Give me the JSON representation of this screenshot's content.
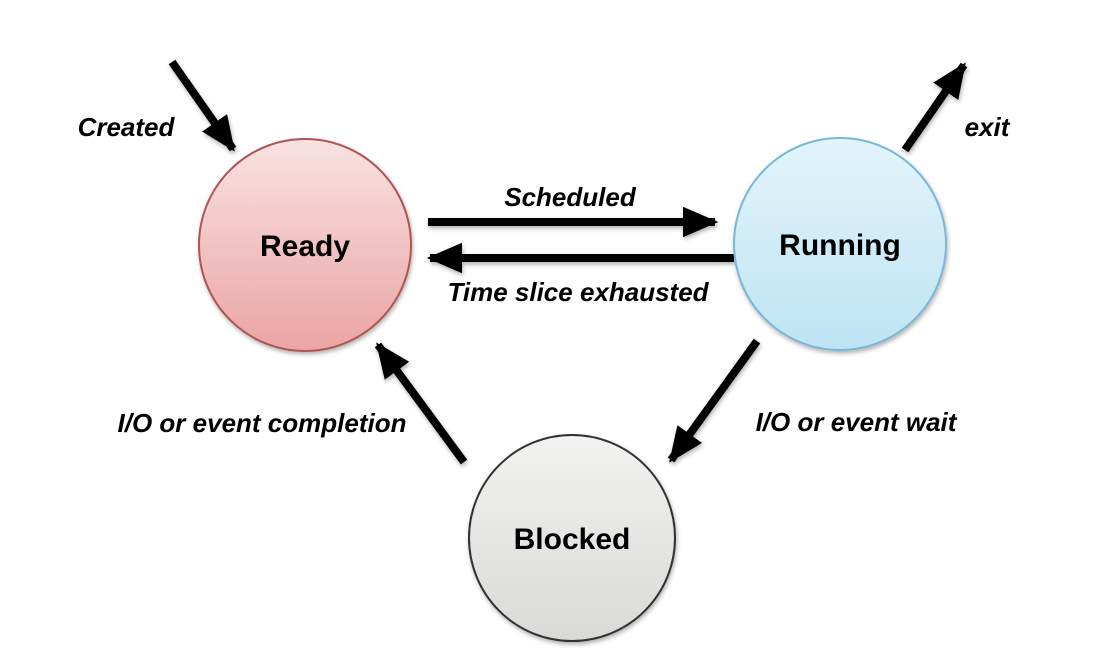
{
  "diagram": {
    "type": "state-diagram",
    "background": "#ffffff",
    "text_color": "#000000",
    "arrow_color": "#000000"
  },
  "states": {
    "ready": {
      "label": "Ready",
      "fill_top": "#f9e2e2",
      "fill_bottom": "#eba4a4",
      "border": "#b05252"
    },
    "running": {
      "label": "Running",
      "fill_top": "#e3f4fb",
      "fill_bottom": "#bee3f4",
      "border": "#79b7d7"
    },
    "blocked": {
      "label": "Blocked",
      "fill_top": "#f2f2f1",
      "fill_bottom": "#d9d9d7",
      "border": "#303030"
    }
  },
  "transitions": {
    "created": {
      "label": "Created",
      "from": "(new)",
      "to": "ready"
    },
    "scheduled": {
      "label": "Scheduled",
      "from": "ready",
      "to": "running"
    },
    "time_slice": {
      "label": "Time slice exhausted",
      "from": "running",
      "to": "ready"
    },
    "exit": {
      "label": "exit",
      "from": "running",
      "to": "(end)"
    },
    "io_wait": {
      "label": "I/O or event wait",
      "from": "running",
      "to": "blocked"
    },
    "io_completion": {
      "label": "I/O or event completion",
      "from": "blocked",
      "to": "ready"
    }
  }
}
